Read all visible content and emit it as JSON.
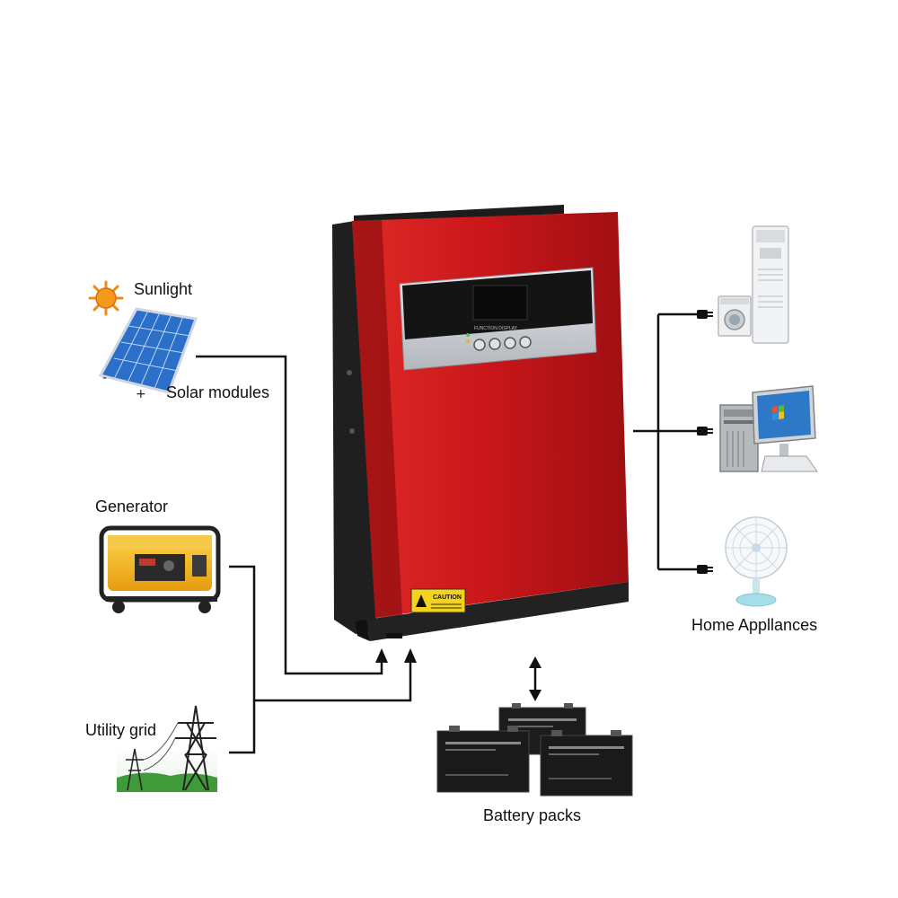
{
  "labels": {
    "sunlight": "Sunlight",
    "solar_modules": "Solar modules",
    "minus": "-",
    "plus": "+",
    "generator": "Generator",
    "utility_grid": "Utility grid",
    "battery_packs": "Battery packs",
    "home_appliances": "Home Appllances"
  },
  "inverter": {
    "panel_caption": "FUNCTION DISPLAY",
    "caution": "CAUTION"
  },
  "colors": {
    "inverter_red": "#c8161a",
    "inverter_dark": "#1f1f1f",
    "panel_silver": "#c9ccd0",
    "lcd": "#141414",
    "sun": "#f39a1d",
    "solar_blue": "#2b6fc9",
    "generator_yellow": "#f2b51a",
    "grass_green": "#3f9b3a",
    "battery_black": "#1c1c1c",
    "wire": "#111111"
  },
  "icons": [
    "sun-icon",
    "solar-panel-icon",
    "generator-icon",
    "power-tower-icon",
    "battery-icon",
    "air-conditioner-icon",
    "washing-machine-icon",
    "computer-icon",
    "fan-icon",
    "plug-icon",
    "arrow-up-icon",
    "double-arrow-icon"
  ]
}
